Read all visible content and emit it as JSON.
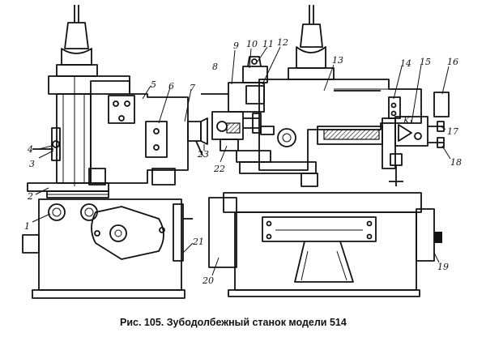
{
  "figure": {
    "caption": "Рис. 105. Зубодолбежный станок модели 514",
    "callouts": [
      {
        "id": "c1",
        "text": "1"
      },
      {
        "id": "c2",
        "text": "2"
      },
      {
        "id": "c3",
        "text": "3"
      },
      {
        "id": "c4",
        "text": "4"
      },
      {
        "id": "c5",
        "text": "5"
      },
      {
        "id": "c6",
        "text": "6"
      },
      {
        "id": "c7",
        "text": "7"
      },
      {
        "id": "c8",
        "text": "8"
      },
      {
        "id": "c9",
        "text": "9"
      },
      {
        "id": "c10",
        "text": "10"
      },
      {
        "id": "c11",
        "text": "11"
      },
      {
        "id": "c12",
        "text": "12"
      },
      {
        "id": "c13",
        "text": "13"
      },
      {
        "id": "c14",
        "text": "14"
      },
      {
        "id": "c15",
        "text": "15"
      },
      {
        "id": "c16",
        "text": "16"
      },
      {
        "id": "c17",
        "text": "17"
      },
      {
        "id": "c18",
        "text": "18"
      },
      {
        "id": "c19",
        "text": "19"
      },
      {
        "id": "c20",
        "text": "20"
      },
      {
        "id": "c21",
        "text": "21"
      },
      {
        "id": "c22",
        "text": "22"
      },
      {
        "id": "c23",
        "text": "23"
      },
      {
        "id": "k1",
        "text": "K₁"
      }
    ]
  }
}
